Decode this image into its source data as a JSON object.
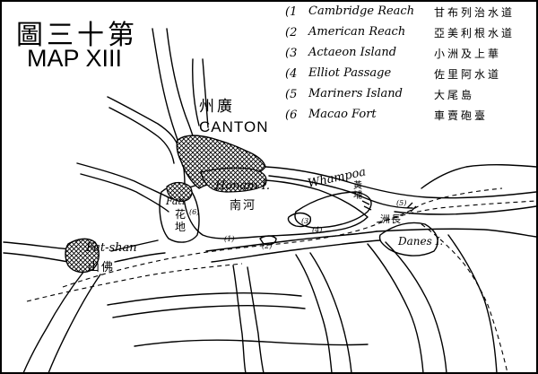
{
  "title": {
    "chinese": "圖三十第",
    "english": "MAP XIII"
  },
  "legend": [
    {
      "number": "(1",
      "name": "Cambridge Reach",
      "chinese": "甘布列治水道"
    },
    {
      "number": "(2",
      "name": "American Reach",
      "chinese": "亞美利根水道"
    },
    {
      "number": "(3",
      "name": "Actaeon Island",
      "chinese": "小洲及上華"
    },
    {
      "number": "(4",
      "name": "Elliot Passage",
      "chinese": "佐里阿水道"
    },
    {
      "number": "(5",
      "name": "Mariners Island",
      "chinese": "大尾島"
    },
    {
      "number": "(6",
      "name": "Macao Fort",
      "chinese": "車賣砲臺"
    }
  ],
  "places": {
    "canton_cn": "州廣",
    "canton_en": "CANTON",
    "honam_en": "Honam I.",
    "honam_cn": "南河",
    "whampoa_en": "Whampoa",
    "whampoa_cn": "黃埔",
    "fati_en": "Fati",
    "fati_cn": "花地",
    "fati_marker": "(6)",
    "fatshan_en": "Fat-shan",
    "fatshan_cn": "山佛",
    "danes_en": "Danes I.",
    "danes_cn": "洲長"
  },
  "markers": {
    "m1": "(1)",
    "m2": "(2)",
    "m3": "(3)",
    "m4": "(4)",
    "m5": "(5)"
  },
  "colors": {
    "ink": "#000000",
    "paper": "#ffffff"
  }
}
